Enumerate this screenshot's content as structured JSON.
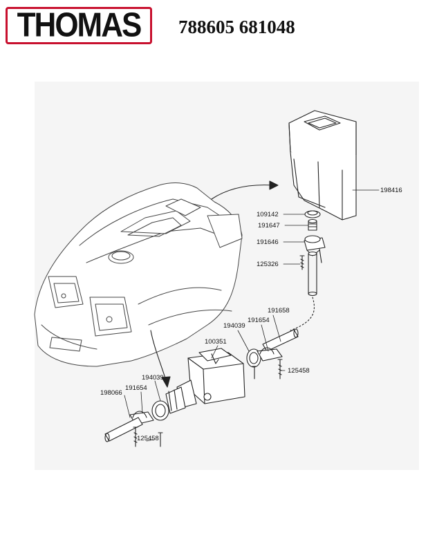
{
  "header": {
    "brand": "THOMAS",
    "document_number": "788605 681048"
  },
  "parts": {
    "p198416": "198416",
    "p109142": "109142",
    "p191647": "191647",
    "p191646": "191646",
    "p125326": "125326",
    "p191658": "191658",
    "p191654_right": "191654",
    "p194039_right": "194039",
    "p100351": "100351",
    "p125458_right": "125458",
    "p194039_left": "194039",
    "p191654_left": "191654",
    "p198066": "198066",
    "p125458_left": "125458"
  },
  "colors": {
    "brand_red": "#c8102e",
    "line": "#222222",
    "panel": "#f5f5f5"
  }
}
